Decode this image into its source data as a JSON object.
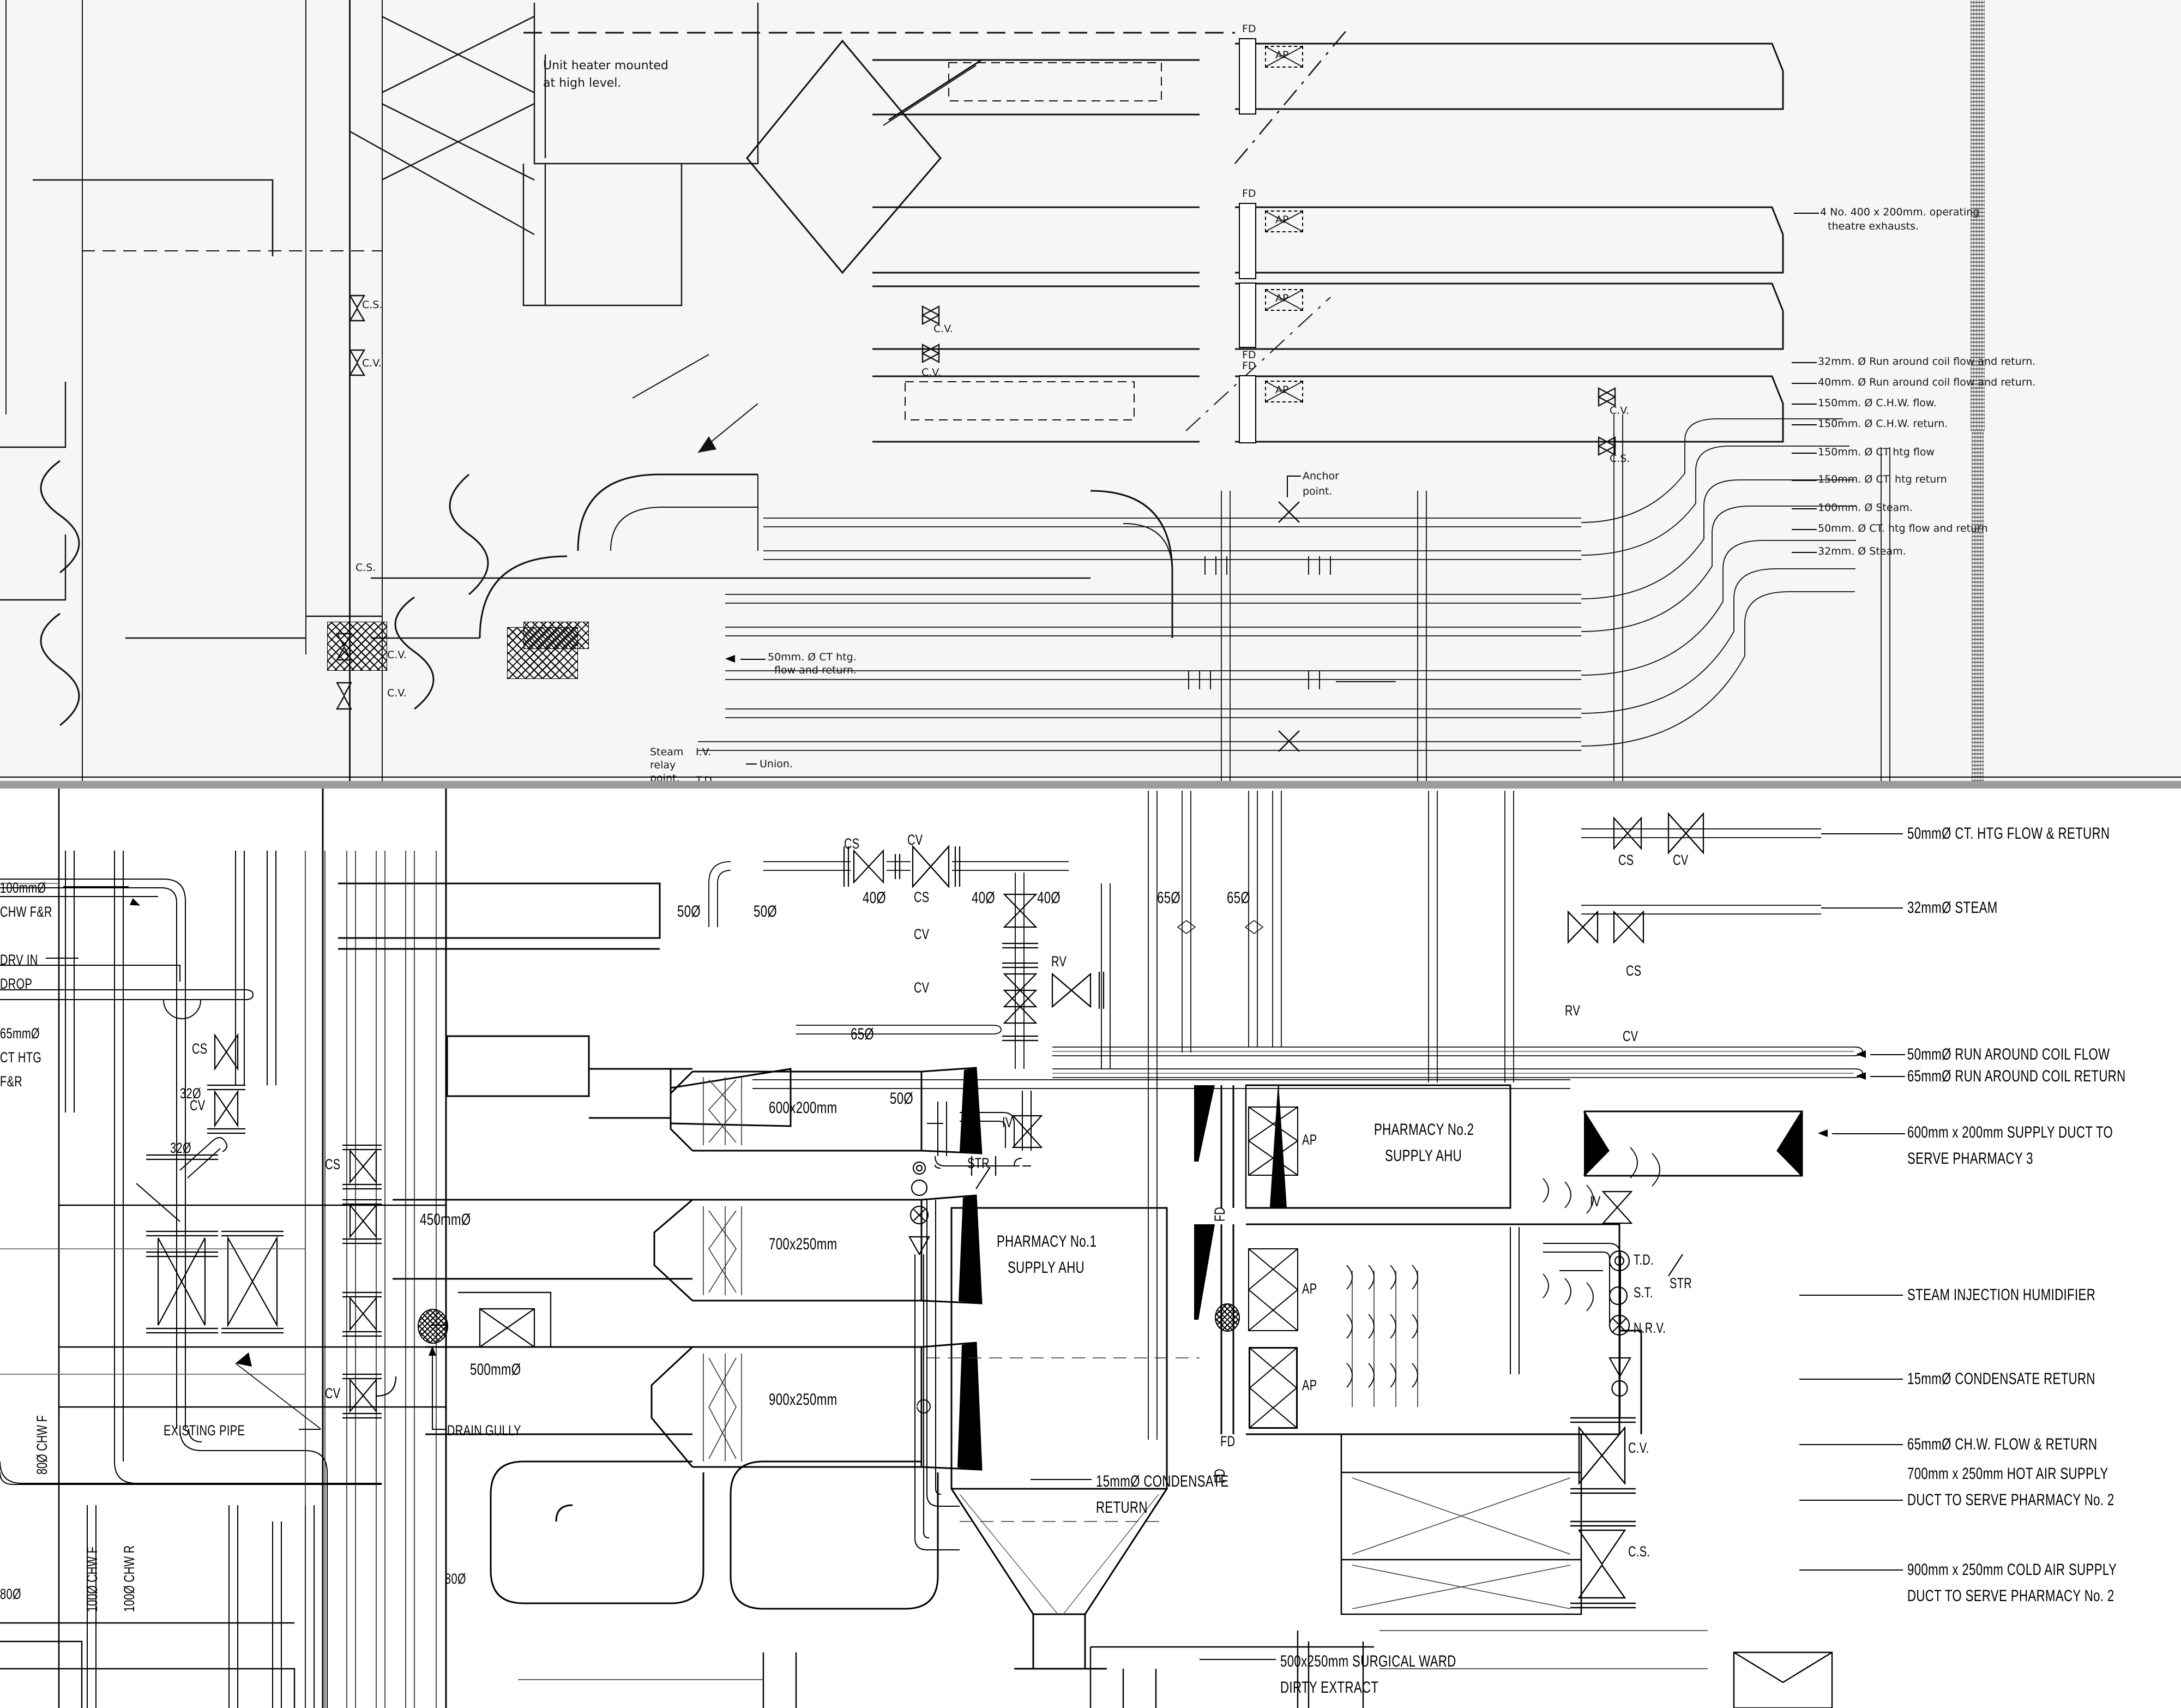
{
  "drawing": {
    "type": "HVAC mechanical services plan / section",
    "title_visible": false
  },
  "top_half_annotations": {
    "unit_heater_note": "Unit heater mounted\nat high level.",
    "unit_heater_line1": "Unit heater mounted",
    "unit_heater_line2": "at high level.",
    "anchor_point": "Anchor\npoint.",
    "anchor_point_line1": "Anchor",
    "anchor_point_line2": "point.",
    "steam_relay_line1": "Steam",
    "steam_relay_line2": "relay",
    "steam_relay_line3": "point.",
    "union": "Union.",
    "iv": "I.V.",
    "td": "T.D.",
    "ct_htg_note_line1": "50mm. Ø CT htg.",
    "ct_htg_note_line2": "flow and return."
  },
  "top_right_legend": [
    {
      "id": "theatre-exhausts",
      "text": "4 No. 400 x 200mm. operating\ntheatre exhausts.",
      "line1": "4 No. 400 x 200mm. operating",
      "line2": "theatre exhausts."
    },
    {
      "id": "rac-32",
      "text": "32mm. Ø Run around coil flow and return."
    },
    {
      "id": "rac-40",
      "text": "40mm. Ø Run around coil flow and return."
    },
    {
      "id": "chw-flow-150",
      "text": "150mm. Ø C.H.W. flow."
    },
    {
      "id": "chw-return-150",
      "text": "150mm. Ø C.H.W. return."
    },
    {
      "id": "ct-htg-flow-150",
      "text": "150mm. Ø CT htg flow"
    },
    {
      "id": "ct-htg-return-150",
      "text": "150mm. Ø CT. htg return"
    },
    {
      "id": "steam-100",
      "text": "100mm. Ø Steam."
    },
    {
      "id": "ct-htg-fr-50",
      "text": "50mm. Ø CT. htg flow and return"
    },
    {
      "id": "steam-32",
      "text": "32mm. Ø Steam."
    }
  ],
  "bottom_right_legend": [
    {
      "id": "ct-htg-fr",
      "text": "50mmØ CT. HTG FLOW & RETURN"
    },
    {
      "id": "steam-32",
      "text": "32mmØ STEAM"
    },
    {
      "id": "rac-flow",
      "text": "50mmØ RUN AROUND COIL FLOW"
    },
    {
      "id": "rac-return",
      "text": "65mmØ RUN AROUND COIL RETURN"
    },
    {
      "id": "supply-duct-ph3",
      "line1": "600mm x 200mm SUPPLY DUCT TO",
      "line2": "SERVE PHARMACY 3"
    },
    {
      "id": "steam-humidifier",
      "text": "STEAM INJECTION HUMIDIFIER"
    },
    {
      "id": "condensate-return",
      "text": "15mmØ CONDENSATE RETURN"
    },
    {
      "id": "chw-fr-65",
      "text": "65mmØ CH.W. FLOW & RETURN"
    },
    {
      "id": "hot-air-duct",
      "line1": "700mm x 250mm HOT AIR SUPPLY",
      "line2": "DUCT TO SERVE PHARMACY No. 2"
    },
    {
      "id": "cold-air-duct",
      "line1": "900mm x 250mm COLD AIR SUPPLY",
      "line2": "DUCT TO SERVE PHARMACY No. 2"
    }
  ],
  "left_labels": {
    "chw_fr_100_line1": "100mmØ",
    "chw_fr_100_line2": "CHW F&R",
    "drv_in_drop_line1": "DRV IN",
    "drv_in_drop_line2": "DROP",
    "ct_htg_65_line1": "65mmØ",
    "ct_htg_65_line2": "CT HTG",
    "ct_htg_65_line3": "F&R",
    "chw_f_80_vertical": "80Ø CHW F",
    "chw_f_100_vertical": "100Ø CHW F",
    "chw_r_100_vertical": "100Ø CHW R",
    "size_80": "80Ø",
    "size_80_b": "80Ø",
    "size_32_a": "32Ø",
    "size_32_b": "32Ø",
    "existing_pipe": "EXISTING PIPE",
    "drain_gully": "DRAIN GULLY"
  },
  "equipment": {
    "ahu1_line1": "PHARMACY No.1",
    "ahu1_line2": "SUPPLY AHU",
    "ahu2_line1": "PHARMACY No.2",
    "ahu2_line2": "SUPPLY AHU"
  },
  "duct_sizes": [
    {
      "id": "d-600x200",
      "text": "600x200mm"
    },
    {
      "id": "d-700x250",
      "text": "700x250mm"
    },
    {
      "id": "d-900x250",
      "text": "900x250mm"
    },
    {
      "id": "d-450",
      "text": "450mmØ"
    },
    {
      "id": "d-500",
      "text": "500mmØ"
    }
  ],
  "pipe_sizes": [
    {
      "id": "p-50a",
      "text": "50Ø"
    },
    {
      "id": "p-50b",
      "text": "50Ø"
    },
    {
      "id": "p-40a",
      "text": "40Ø"
    },
    {
      "id": "p-40b",
      "text": "40Ø"
    },
    {
      "id": "p-40c",
      "text": "40Ø"
    },
    {
      "id": "p-65a",
      "text": "65Ø"
    },
    {
      "id": "p-65b",
      "text": "65Ø"
    },
    {
      "id": "p-65c",
      "text": "65Ø"
    },
    {
      "id": "p-50c",
      "text": "50Ø"
    }
  ],
  "bottom_notes": {
    "condensate_line1": "15mmØ CONDENSATE",
    "condensate_line2": "RETURN",
    "surgical_line1": "500x250mm SURGICAL WARD",
    "surgical_line2": "DIRTY EXTRACT"
  },
  "valve_tags": {
    "cs": "CS",
    "cv": "CV",
    "rv": "RV",
    "str": "STR",
    "iv": "IV",
    "cs_dot": "C.S.",
    "cv_dot": "C.V.",
    "td": "T.D.",
    "st": "S.T.",
    "nrv": "N.R.V."
  },
  "damper_tags": {
    "fd": "FD",
    "ap": "AP"
  },
  "colors": {
    "ink": "#000000",
    "paper": "#ffffff",
    "band": "#9c9c9c",
    "light_line": "#6a6a6a"
  }
}
